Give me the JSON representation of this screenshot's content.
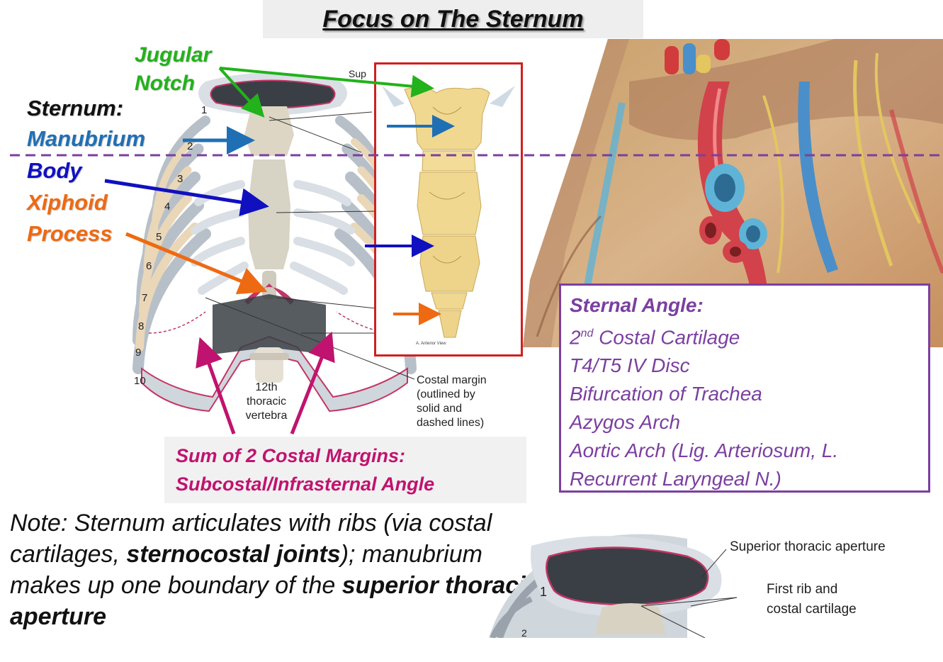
{
  "title": "Focus on The Sternum",
  "labels": {
    "jugular_notch_1": "Jugular",
    "jugular_notch_2": "Notch",
    "sternum": "Sternum:",
    "manubrium": "Manubrium",
    "body": "Body",
    "xiphoid_1": "Xiphoid",
    "xiphoid_2": "Process"
  },
  "figure_labels": {
    "sup": "Sup",
    "vertebra_1": "12th",
    "vertebra_2": "thoracic",
    "vertebra_3": "vertebra",
    "costal_1": "Costal margin",
    "costal_2": "(outlined by",
    "costal_3": "solid and",
    "costal_4": "dashed lines)",
    "anterior_view": "A. Anterior View",
    "rib_numbers": [
      "1",
      "2",
      "3",
      "4",
      "5",
      "6",
      "7",
      "8",
      "9",
      "10"
    ]
  },
  "sternal_angle": {
    "title": "Sternal Angle:",
    "line1_main": "2",
    "line1_sup": "nd",
    "line1_rest": " Costal Cartilage",
    "line2": "T4/T5 IV Disc",
    "line3": "Bifurcation of Trachea",
    "line4": "Azygos Arch",
    "line5": "Aortic Arch (Lig. Arteriosum, L.",
    "line6": "Recurrent Laryngeal N.)"
  },
  "sum_box": {
    "line1": "Sum of 2 Costal Margins:",
    "line2": "Subcostal/Infrasternal Angle"
  },
  "note": {
    "p1": "Note: Sternum articulates with ribs (via costal cartilages, ",
    "b1": "sternocostal joints",
    "p2": "); manubrium makes up one boundary of the ",
    "b2": "superior thoracic aperture"
  },
  "aperture_labels": {
    "superior": "Superior thoracic aperture",
    "first_rib_1": "First rib and",
    "first_rib_2": "costal cartilage",
    "rib1": "1",
    "rib2": "2"
  },
  "colors": {
    "jugular": "#22b21b",
    "manubrium": "#1f6fb5",
    "body": "#1010c0",
    "xiphoid": "#ee6a12",
    "margin": "#c0136f",
    "angle": "#7b3fa0",
    "frame": "#d21f1f"
  }
}
